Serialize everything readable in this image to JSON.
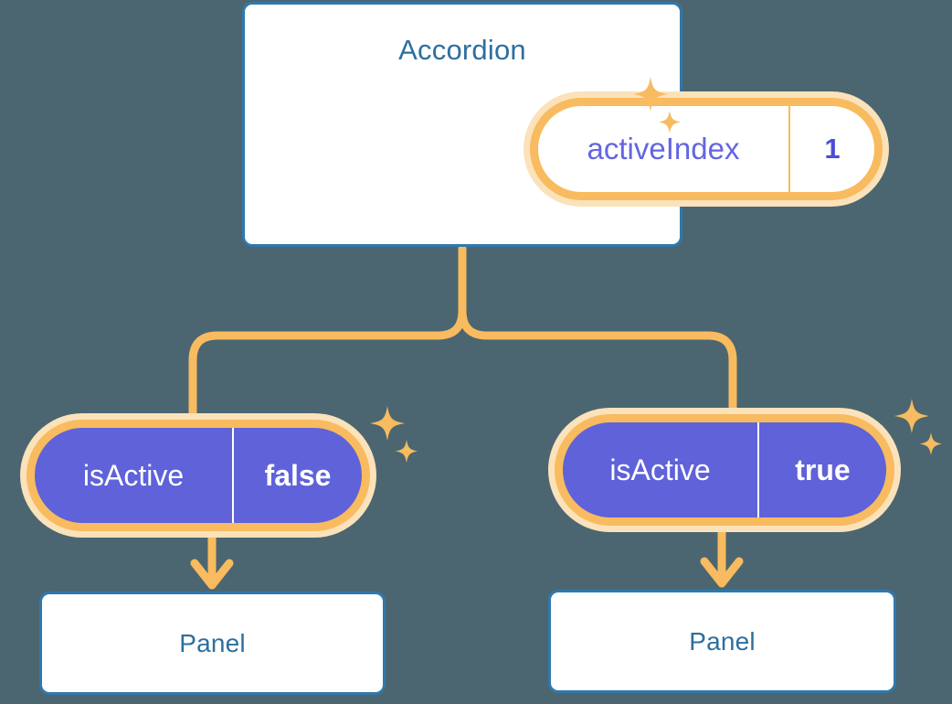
{
  "theme": {
    "background": "#4b6670",
    "card_border": "#2f79ad",
    "card_fill": "#ffffff",
    "title_color": "#2d6f9e",
    "accent_orange": "#f8bb5f",
    "accent_orange_pale": "#fbe2ba",
    "state_purple": "#5f62d9",
    "prop_text_purple": "#6366e0"
  },
  "diagram": {
    "component": {
      "title": "Accordion",
      "state": {
        "key": "activeIndex",
        "value": "1"
      }
    },
    "children": [
      {
        "prop": {
          "key": "isActive",
          "value": "false"
        },
        "panel": {
          "title": "Panel"
        }
      },
      {
        "prop": {
          "key": "isActive",
          "value": "true"
        },
        "panel": {
          "title": "Panel"
        }
      }
    ]
  },
  "icons": {
    "sparkle": "sparkle-star-icon",
    "arrow": "arrow-down-icon",
    "fork": "fork-connector-icon"
  }
}
